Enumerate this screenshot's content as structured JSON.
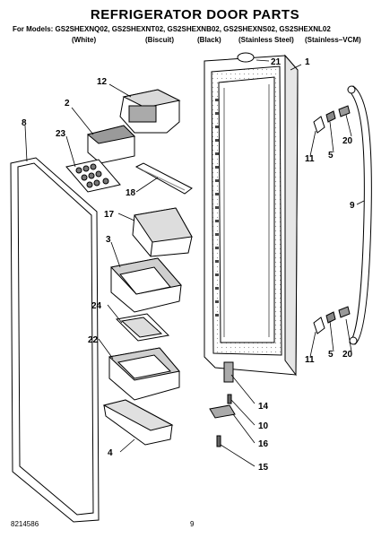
{
  "header": {
    "title": "REFRIGERATOR DOOR PARTS",
    "models_line": "For Models: GS2SHEXNQ02, GS2SHEXNT02, GS2SHEXNB02, GS2SHEXNS02, GS2SHEXNL02",
    "variants": [
      "(White)",
      "(Biscuit)",
      "(Black)",
      "(Stainless Steel)",
      "(Stainless–VCM)"
    ]
  },
  "callouts": [
    "1",
    "21",
    "12",
    "2",
    "8",
    "23",
    "18",
    "20",
    "11",
    "5",
    "9",
    "17",
    "3",
    "24",
    "22",
    "20",
    "11",
    "5",
    "14",
    "10",
    "16",
    "4",
    "15"
  ],
  "footer": {
    "doc_number": "8214586",
    "page_number": "9"
  },
  "colors": {
    "ink": "#000000",
    "paper": "#ffffff",
    "shade": "#cfcfcf",
    "dark_shade": "#8a8a8a"
  }
}
